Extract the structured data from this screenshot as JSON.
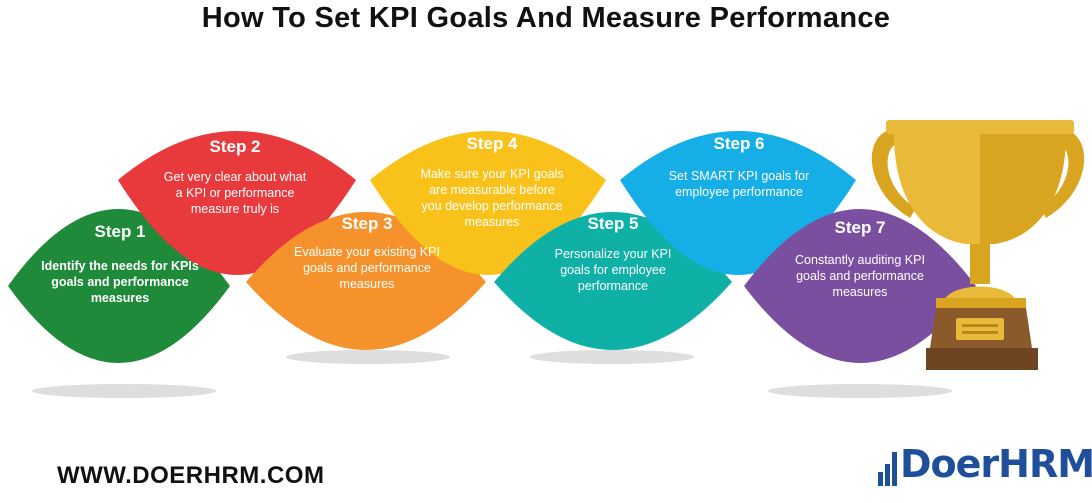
{
  "title": "How To Set KPI Goals And Measure Performance",
  "steps": [
    {
      "label": "Step 1",
      "text": "Identify the needs for KPIs goals and performance measures",
      "color": "#1e8a3a"
    },
    {
      "label": "Step 2",
      "text": "Get very clear about what a KPI or performance measure truly is",
      "color": "#e83a3d"
    },
    {
      "label": "Step 3",
      "text": "Evaluate your existing KPI goals and performance measures",
      "color": "#f5922b"
    },
    {
      "label": "Step 4",
      "text": "Make sure your KPI goals are measurable before you develop performance measures",
      "color": "#f9c21b"
    },
    {
      "label": "Step 5",
      "text": "Personalize your KPI goals for employee performance",
      "color": "#0fb1a6"
    },
    {
      "label": "Step 6",
      "text": "Set SMART KPI goals for employee performance",
      "color": "#16aee6"
    },
    {
      "label": "Step 7",
      "text": "Constantly auditing KPI goals and performance measures",
      "color": "#7a4fa0"
    }
  ],
  "footer": {
    "website": "WWW.DOERHRM.COM",
    "brand": "DoerHRM"
  },
  "icons": {
    "trophy": "trophy-icon",
    "logo": "doerhrm-logo-icon"
  }
}
